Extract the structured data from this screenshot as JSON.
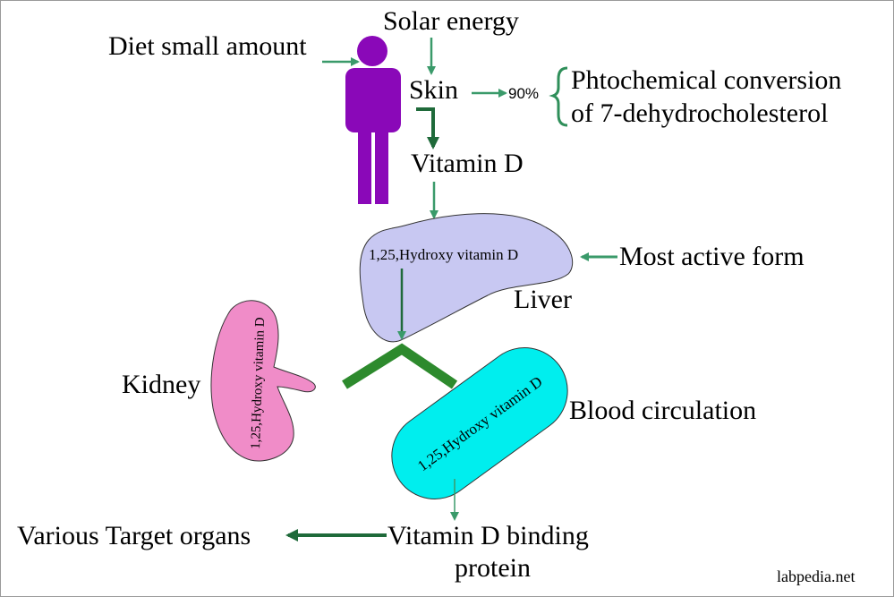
{
  "labels": {
    "solar_energy": "Solar energy",
    "diet": "Diet small amount",
    "skin": "Skin",
    "percent": "90%",
    "conversion_line1": "Phtochemical conversion",
    "conversion_line2": "of 7-dehydrocholesterol",
    "vitamin_d": "Vitamin D",
    "liver_inner": "1,25,Hydroxy vitamin D",
    "most_active": "Most active form",
    "liver": "Liver",
    "kidney": "Kidney",
    "kidney_inner": "1,25,Hydroxy vitamin D",
    "blood_inner": "1,25,Hydroxy vitamin D",
    "blood_circulation": "Blood circulation",
    "binding_line1": "Vitamin D binding",
    "binding_line2": "protein",
    "target_organs": "Various Target organs",
    "watermark": "labpedia.net"
  },
  "colors": {
    "arrow_green": "#3a9a6a",
    "arrow_dark_green": "#1f6a3a",
    "chevron_green": "#2d8a2d",
    "person_purple": "#8a08b8",
    "liver_fill": "#c8c8f2",
    "kidney_fill": "#f08cc8",
    "blood_fill": "#00eeee",
    "brace_green": "#2f8f5a"
  },
  "icons": {
    "person": "person-icon"
  }
}
